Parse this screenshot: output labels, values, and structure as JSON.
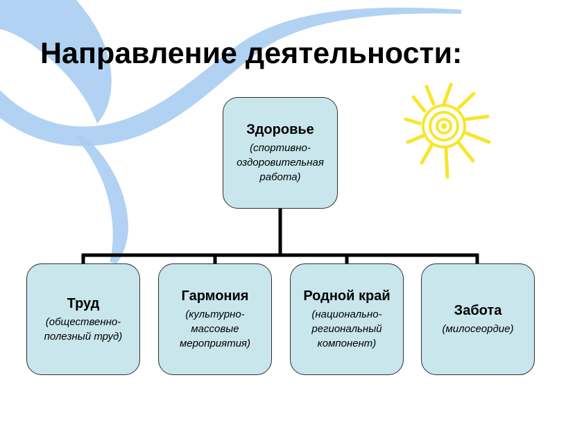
{
  "title": "Направление деятельности:",
  "root": {
    "title": "Здоровье",
    "subtitle": "(спортивно-\nоздоровительная\nработа)"
  },
  "children": [
    {
      "title": "Труд",
      "subtitle": "(общественно-\nполезный труд)"
    },
    {
      "title": "Гармония",
      "subtitle": "(культурно-\nмассовые\nмероприятия)"
    },
    {
      "title": "Родной край",
      "subtitle": "(национально-\nрегиональный\nкомпонент)"
    },
    {
      "title": "Забота",
      "subtitle": "(милосеордие)"
    }
  ],
  "colors": {
    "node_fill": "#c8e6ec",
    "node_border": "#2f2f2f",
    "swoosh": "#a9cdf2",
    "sun": "#f7e62a"
  },
  "icons": [
    "sun-icon",
    "decorative-swoosh"
  ]
}
